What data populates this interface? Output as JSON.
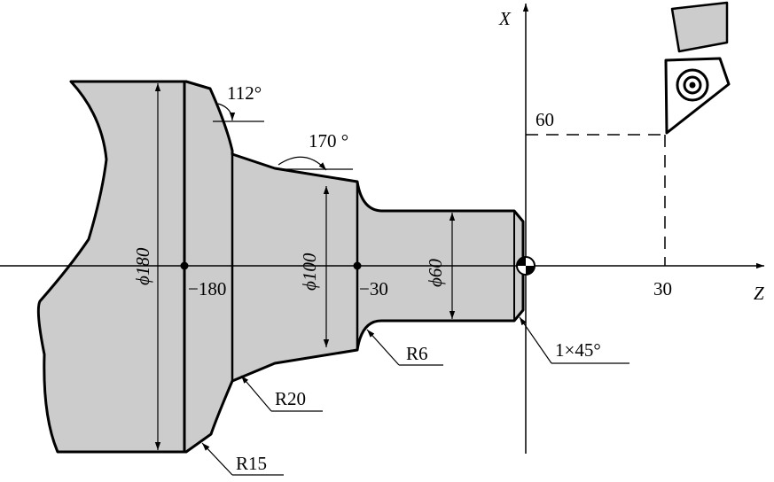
{
  "axes": {
    "x_label": "X",
    "z_label": "Z"
  },
  "dimensions": {
    "dia_180": "ϕ180",
    "dia_100": "ϕ100",
    "dia_60": "ϕ60",
    "z_minus_180": "−180",
    "z_minus_30": "−30",
    "x_60": "60",
    "z_30": "30"
  },
  "annotations": {
    "angle_112": "112°",
    "angle_170": "170 °",
    "radius_6": "R6",
    "radius_20": "R20",
    "radius_15": "R15",
    "chamfer": "1×45°"
  },
  "colors": {
    "part_fill": "#cccccc",
    "line": "#000000",
    "background": "#ffffff"
  }
}
